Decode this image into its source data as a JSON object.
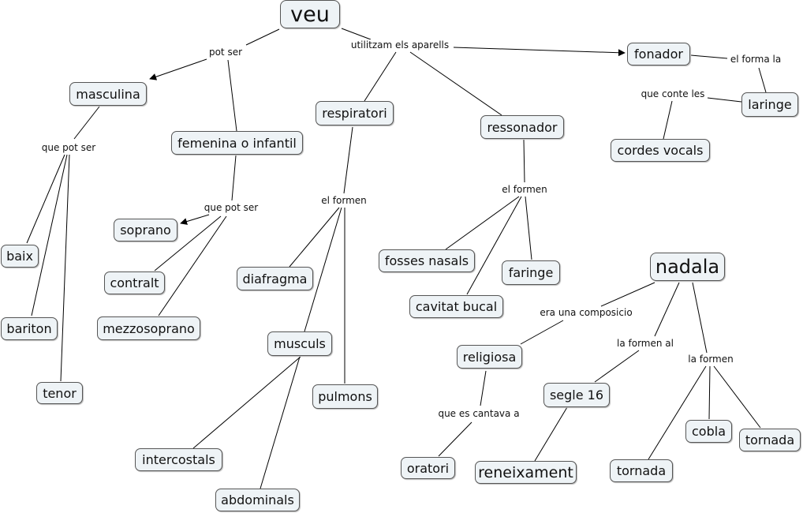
{
  "nodes": {
    "veu": "veu",
    "masculina": "masculina",
    "femenina": "femenina o infantil",
    "respiratori": "respiratori",
    "ressonador": "ressonador",
    "fonador": "fonador",
    "laringe": "laringe",
    "cordes": "cordes vocals",
    "soprano": "soprano",
    "baix": "baix",
    "contralt": "contralt",
    "diafragma": "diafragma",
    "fosses": "fosses nasals",
    "faringe": "faringe",
    "bariton": "bariton",
    "mezzo": "mezzosoprano",
    "musculs": "musculs",
    "cavitat": "cavitat bucal",
    "nadala": "nadala",
    "religiosa": "religiosa",
    "tenor": "tenor",
    "pulmons": "pulmons",
    "segle": "segle 16",
    "intercostals": "intercostals",
    "cobla": "cobla",
    "tornada1": "tornada",
    "oratori": "oratori",
    "reneixament": "reneixament",
    "tornada2": "tornada",
    "abdominals": "abdominals"
  },
  "labels": {
    "pot_ser": "pot ser",
    "utilitzam": "utilitzam els aparells",
    "el_forma_la": "el forma la",
    "que_conte_les": "que conte les",
    "que_pot_ser_1": "que pot ser",
    "que_pot_ser_2": "que pot ser",
    "el_formen_1": "el formen",
    "el_formen_2": "el formen",
    "era_una": "era una composicio",
    "la_formen_al": "la formen al",
    "la_formen": "la formen",
    "que_es_cantava": "que es cantava a"
  }
}
